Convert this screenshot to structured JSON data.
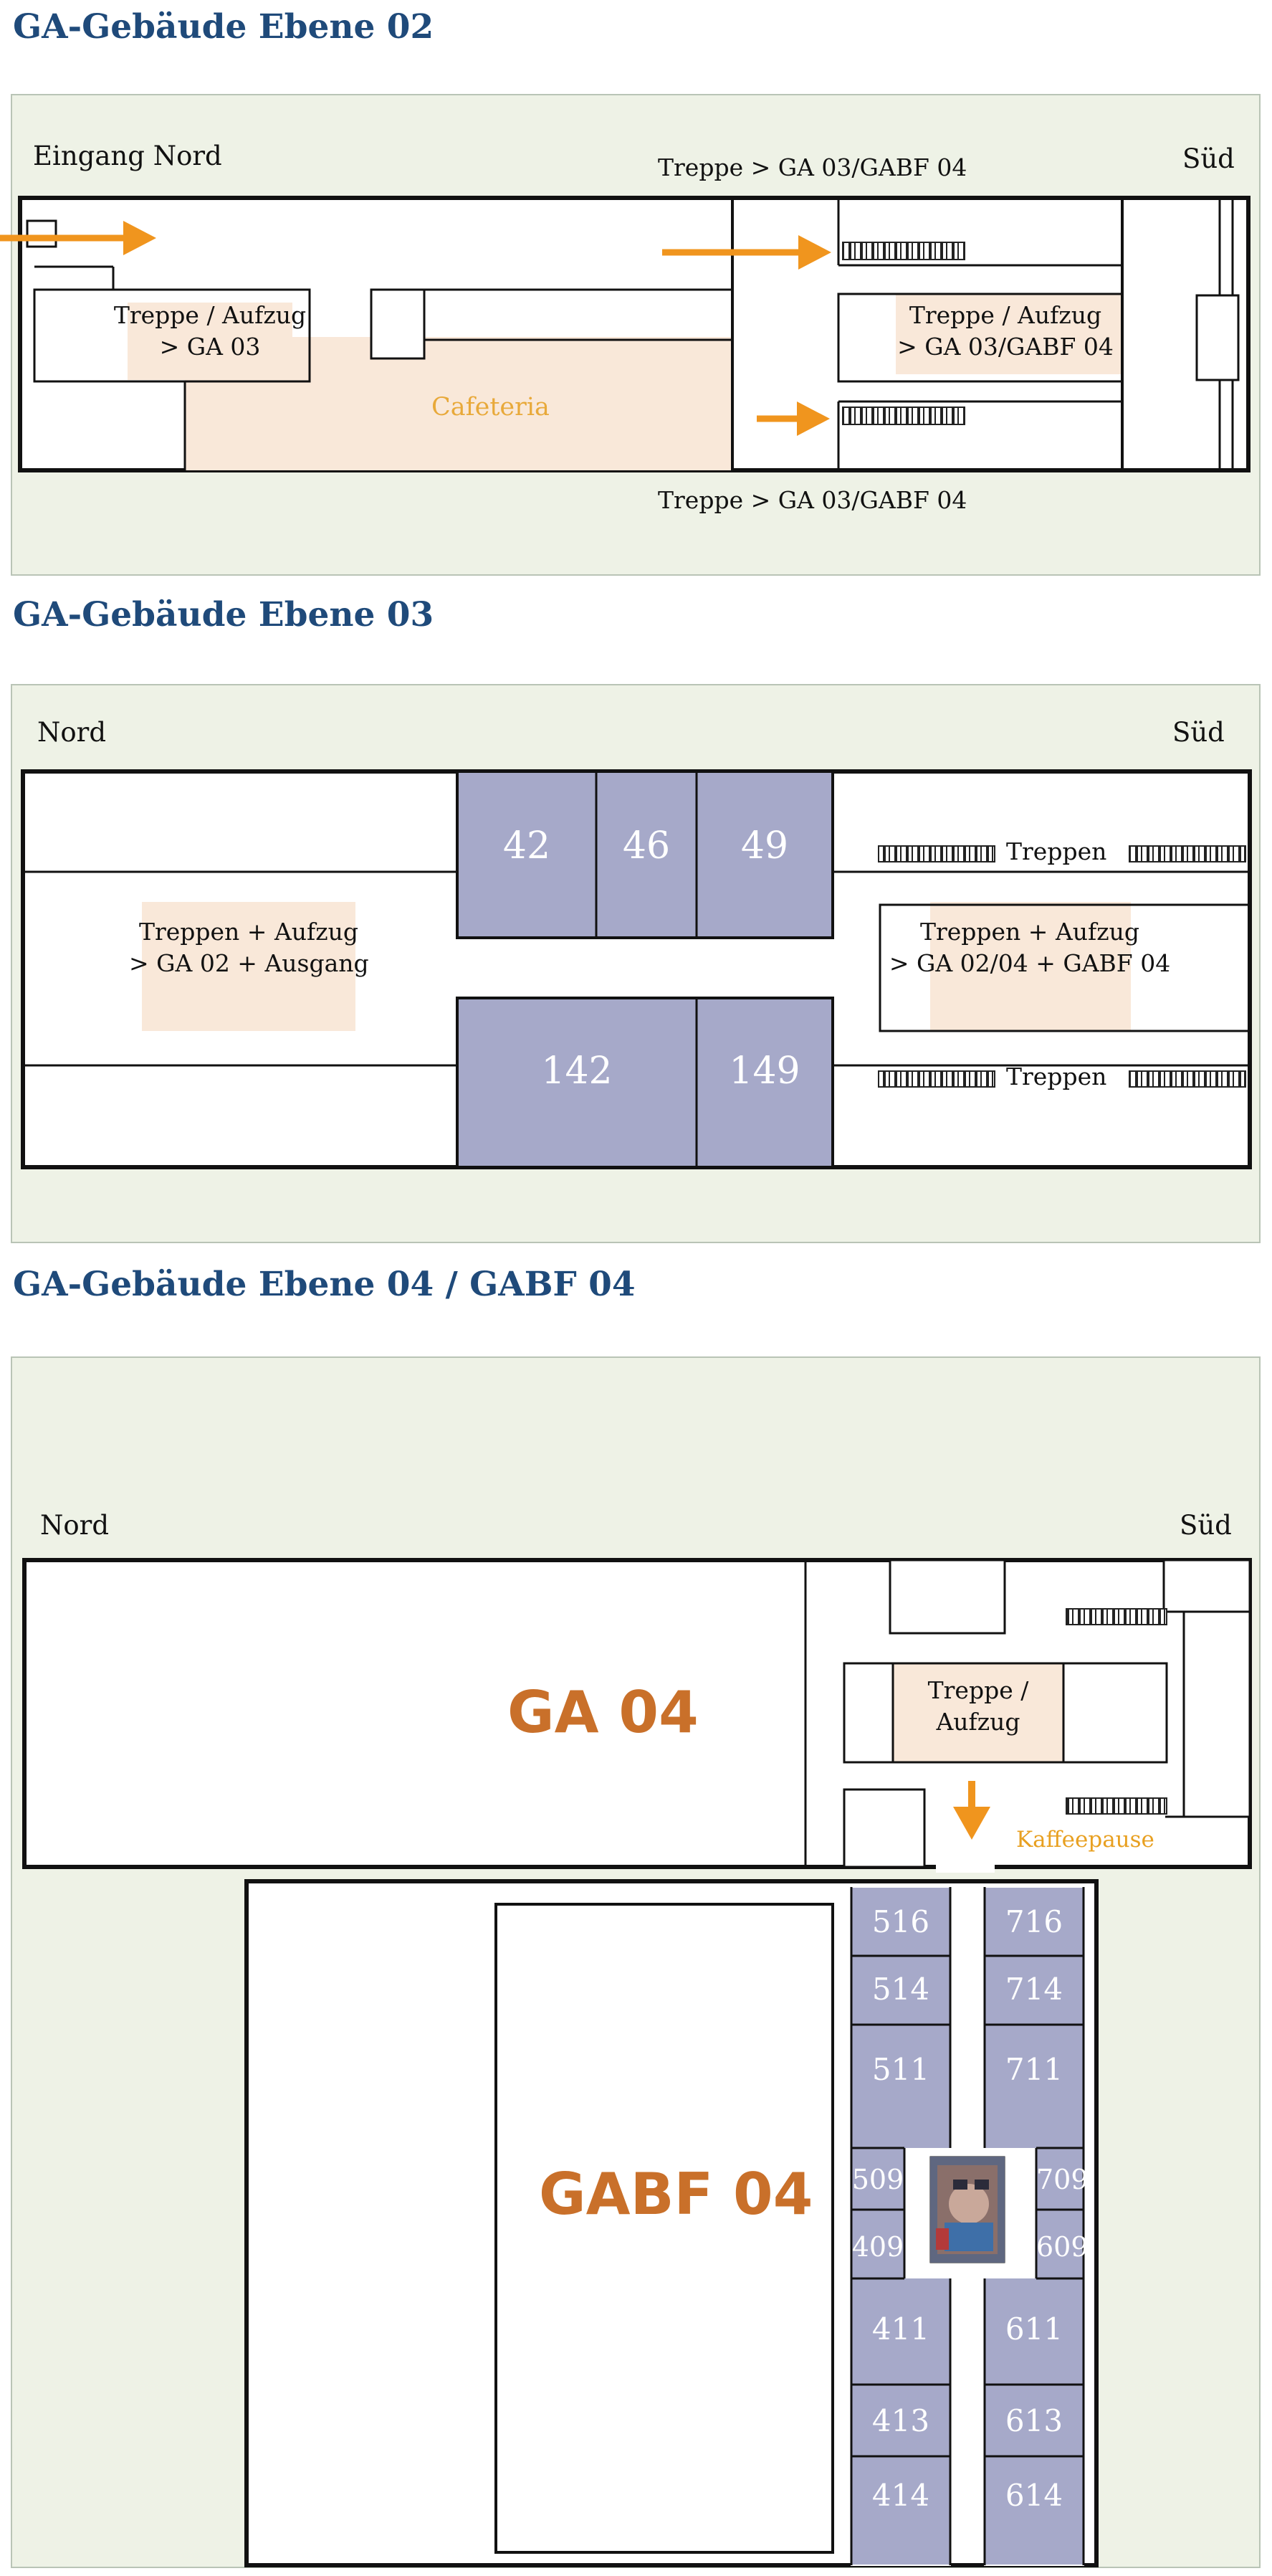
{
  "sections": [
    {
      "heading": "GA-Gebäude Ebene 02"
    },
    {
      "heading": "GA-Gebäude Ebene 03"
    },
    {
      "heading": "GA-Gebäude Ebene 04 / GABF 04"
    }
  ],
  "level02": {
    "entrance_label": "Eingang Nord",
    "south_label": "Süd",
    "stairs_top_label": "Treppe  > GA 03/GABF 04",
    "stairs_bottom_label": "Treppe  > GA 03/GABF 04",
    "stairs_elevator_left": {
      "line1": "Treppe / Aufzug",
      "line2": "> GA 03"
    },
    "stairs_elevator_right": {
      "line1": "Treppe / Aufzug",
      "line2": "> GA 03/GABF 04"
    },
    "cafeteria_label": "Cafeteria"
  },
  "level03": {
    "north_label": "Nord",
    "south_label": "Süd",
    "rooms_top": [
      "42",
      "46",
      "49"
    ],
    "rooms_bottom": [
      "142",
      "149"
    ],
    "stairs_elevator_left": {
      "line1": "Treppen + Aufzug",
      "line2": "> GA 02 + Ausgang"
    },
    "stairs_elevator_right": {
      "line1": "Treppen + Aufzug",
      "line2": "> GA 02/04 + GABF 04"
    },
    "stairs_top_label": "Treppen",
    "stairs_bottom_label": "Treppen"
  },
  "level04": {
    "north_label": "Nord",
    "south_label": "Süd",
    "ga04_label": "GA 04",
    "gabf04_label": "GABF 04",
    "stairs_elevator": {
      "line1": "Treppe /",
      "line2": "Aufzug"
    },
    "coffee_break_label": "Kaffeepause",
    "rooms_left": [
      "516",
      "514",
      "511",
      "509",
      "409",
      "411",
      "413",
      "414"
    ],
    "rooms_right": [
      "716",
      "714",
      "711",
      "709",
      "609",
      "611",
      "613",
      "614"
    ]
  },
  "colors": {
    "heading": "#1f4a7a",
    "panel_bg": "#eef2e6",
    "room_fill": "#a6a9c9",
    "highlight_fill": "#f9e8d9",
    "arrow": "#f0951e",
    "cafeteria_text": "#e8a93a",
    "building_label": "#c9702a"
  }
}
